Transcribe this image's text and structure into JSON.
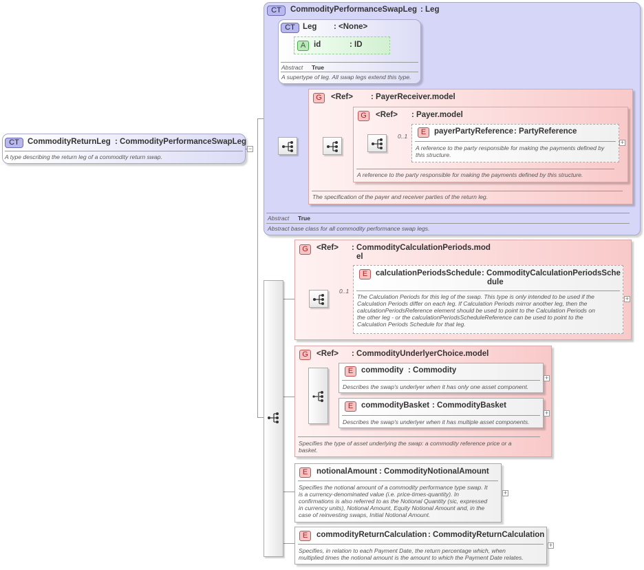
{
  "root": {
    "badge": "CT",
    "name": "CommodityReturnLeg",
    "type": ": CommodityPerformanceSwapLeg",
    "desc": "A type describing the return leg of a commodity return swap."
  },
  "base": {
    "badge": "CT",
    "name": "CommodityPerformanceSwapLeg",
    "type": ": Leg",
    "abstract_label": "Abstract",
    "abstract_value": "True",
    "desc": "Abstract base class for all commodity performance swap legs."
  },
  "leg": {
    "badge": "CT",
    "name": "Leg",
    "type": ": <None>",
    "attr_badge": "A",
    "attr_name": "id",
    "attr_type": ": ID",
    "abstract_label": "Abstract",
    "abstract_value": "True",
    "desc": "A supertype of leg. All swap legs extend this type."
  },
  "payerReceiver": {
    "badge": "G",
    "ref": "<Ref>",
    "name": ": PayerReceiver.model",
    "desc": "The specification of the payer and receiver parties of the return leg."
  },
  "payer": {
    "badge": "G",
    "ref": "<Ref>",
    "name": ": Payer.model",
    "desc": "A reference to the party responsible for making the payments defined by this structure.",
    "occurrence": "0..1"
  },
  "payerPartyReference": {
    "badge": "E",
    "name": "payerPartyReference",
    "type": ": PartyReference",
    "desc_1": "A reference to the party responsible for making the payments defined by",
    "desc_2": "this structure."
  },
  "calcPeriods": {
    "badge": "G",
    "ref": "<Ref>",
    "name_1": ": CommodityCalculationPeriods.mod",
    "name_2": "el",
    "occurrence": "0..1"
  },
  "calcPeriodsSchedule": {
    "badge": "E",
    "name": "calculationPeriodsSchedule",
    "type_1": ": CommodityCalculationPeriodsSche",
    "type_2": "dule",
    "desc_1": "The Calculation Periods for this leg of the swap. This type is only intended to be used if the",
    "desc_2": "Calculation Periods differ on each leg. If Calculation Periods mirror another leg, then the",
    "desc_3": "calculationPeriodsReference element should be used to point to the Calculation Periods on",
    "desc_4": "the other leg - or the calculationPeriodsScheduleReference can be used to point to the",
    "desc_5": "Calculation Periods Schedule for that leg."
  },
  "underlyerChoice": {
    "badge": "G",
    "ref": "<Ref>",
    "name": ": CommodityUnderlyerChoice.model",
    "desc_1": "Specifies the type of asset underlying the swap: a commodity reference price or a",
    "desc_2": "basket."
  },
  "commodity": {
    "badge": "E",
    "name": "commodity",
    "type": ": Commodity",
    "desc": "Describes the swap's underlyer when it has only one asset component."
  },
  "commodityBasket": {
    "badge": "E",
    "name": "commodityBasket",
    "type": ": CommodityBasket",
    "desc": "Describes the swap's underlyer when it has multiple asset components."
  },
  "notionalAmount": {
    "badge": "E",
    "name": "notionalAmount",
    "type": ": CommodityNotionalAmount",
    "desc_1": "Specifies the notional amount of a commodity performance type swap. It",
    "desc_2": "is a currency-denominated value (i.e. price-times-quantity). In",
    "desc_3": "confirmations is also referred to as the Notional Quantity (sic, expressed",
    "desc_4": "in currency units), Notional Amount, Equity Notional Amount and, in the",
    "desc_5": "case of reinvesting swaps, Initial Notional Amount."
  },
  "returnCalc": {
    "badge": "E",
    "name": "commodityReturnCalculation",
    "type": ": CommodityReturnCalculation",
    "desc_1": "Specifies, in relation to each Payment Date, the return percentage which, when",
    "desc_2": "multiplied times the notional amount is the amount to which the Payment Date relates."
  },
  "icons": {
    "sequence": "sequence-icon",
    "expand": "plus-icon",
    "collapse": "minus-icon"
  },
  "colors": {
    "complex_type": "#d6d6f8",
    "group": "#f9c9c9",
    "element": "#f0f0f0",
    "attribute": "#bfe6bf"
  }
}
